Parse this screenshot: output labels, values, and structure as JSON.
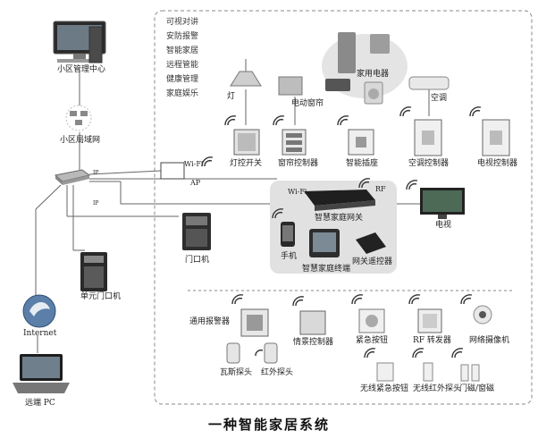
{
  "features": [
    "可视对讲",
    "安防报警",
    "智能家居",
    "远程管能",
    "健康管理",
    "家庭娱乐"
  ],
  "left": {
    "management_center": "小区管理中心",
    "lan": "小区局域网",
    "unit_door": "单元门口机",
    "internet": "Internet",
    "remote_pc": "远端 PC"
  },
  "network": {
    "wifi_ap_line1": "Wi-Fi",
    "wifi_ap_line2": "AP",
    "door_unit": "门口机",
    "port_label": "IP"
  },
  "top_devices": {
    "lamp": "灯",
    "curtain": "电动窗帘",
    "appliances": "家用电器",
    "ac": "空调"
  },
  "controllers": {
    "light_switch": "灯控开关",
    "curtain_ctrl": "窗帘控制器",
    "smart_socket": "智能插座",
    "ac_ctrl": "空调控制器",
    "tv_ctrl": "电视控制器"
  },
  "gateway_box": {
    "wifi": "Wi-Fi",
    "rf": "RF",
    "gateway": "智慧家庭网关",
    "phone": "手机",
    "remote": "网关遥控器",
    "terminal": "智慧家庭终端"
  },
  "tv": "电视",
  "security": {
    "alarm": "通用报警器",
    "gas": "瓦斯探头",
    "ir": "红外探头",
    "scene": "情景控制器",
    "emergency": "紧急按钮",
    "rf_repeater": "RF 转发器",
    "camera": "网络摄像机",
    "wireless_emergency": "无线紧急按钮",
    "wireless_ir": "无线红外探头",
    "door_magnet": "门磁/窗磁"
  },
  "caption": "一种智能家居系统"
}
